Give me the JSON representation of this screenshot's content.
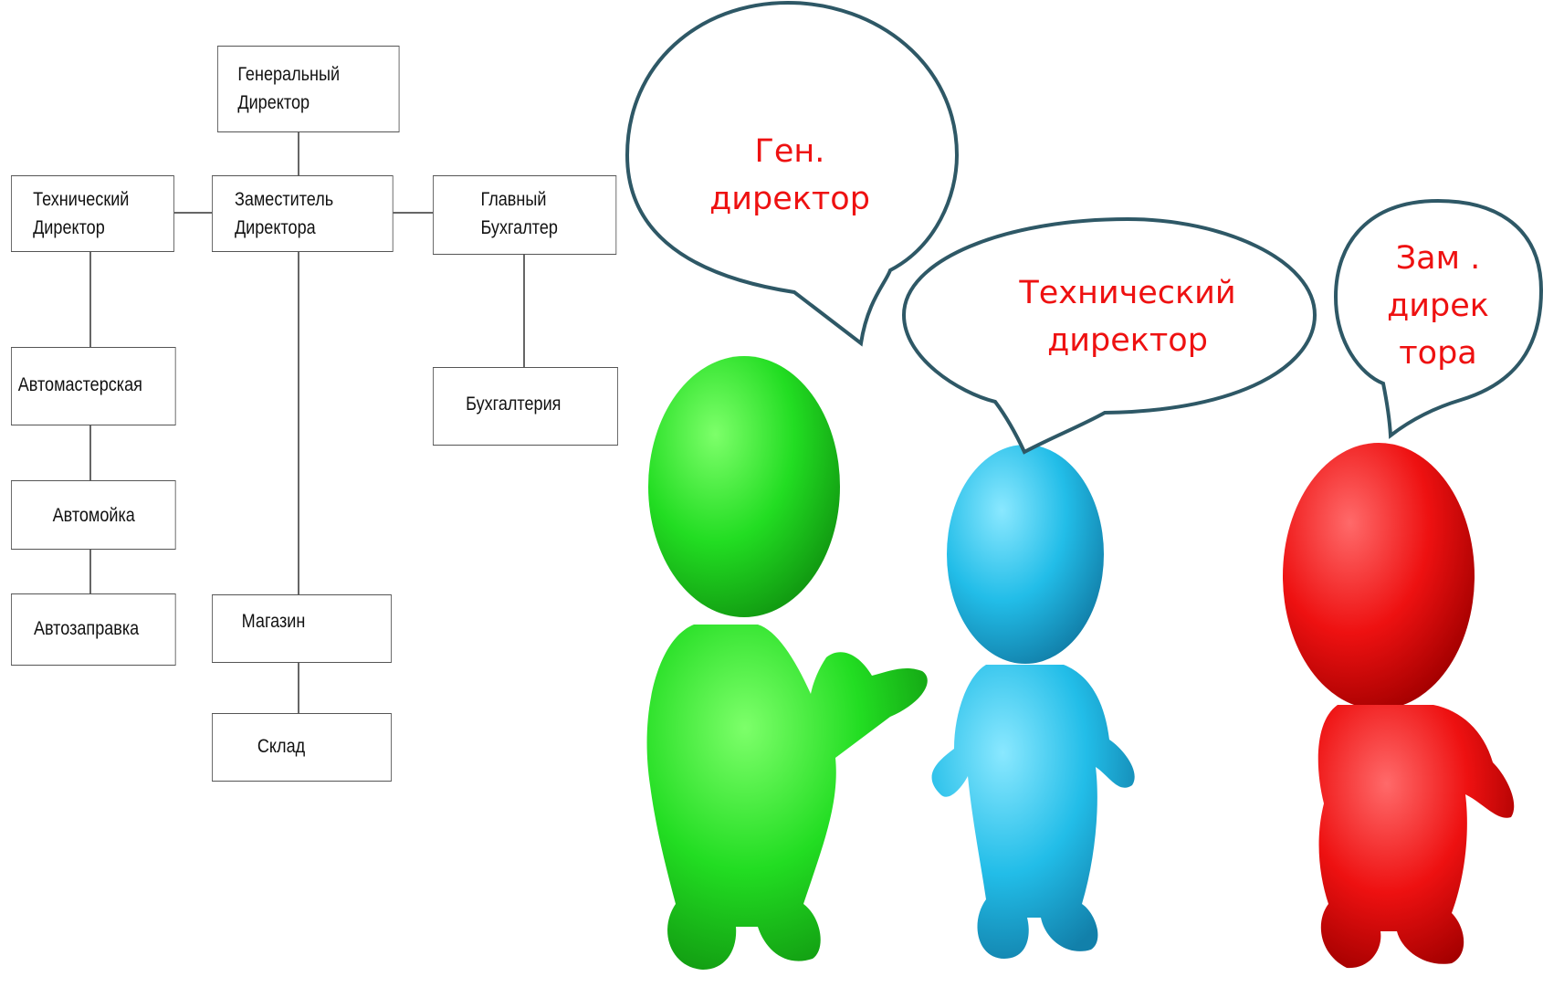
{
  "org_chart": {
    "general_director": "Генеральный\nДиректор",
    "technical_director": "Технический\nДиректор",
    "deputy_director": "Заместитель\nДиректора",
    "chief_accountant": "Главный\nБухгалтер",
    "auto_workshop": "Автомастерская",
    "car_wash": "Автомойка",
    "gas_station": "Автозаправка",
    "shop": "Магазин",
    "warehouse": "Склад",
    "accounting": "Бухгалтерия"
  },
  "bubbles": {
    "general_director": "Ген.\nдиректор",
    "technical_director": "Технический\nдиректор",
    "deputy_director": "Зам .\nдирек\nтора"
  },
  "figures": {
    "green": "#22dd22",
    "blue": "#22bde8",
    "red": "#ee1111"
  },
  "colors": {
    "bubble_outline": "#2e5866",
    "bubble_text": "#ee1111"
  }
}
